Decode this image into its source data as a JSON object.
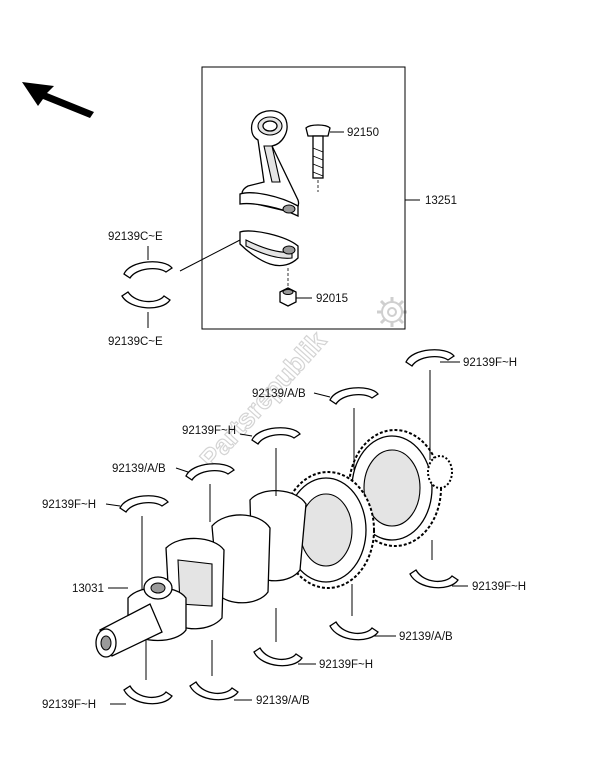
{
  "watermark": "Partsrepublik",
  "callouts": {
    "conrod_bolt": "92150",
    "conrod_assy": "13251",
    "conrod_nut": "92015",
    "conrod_bearing_top": "92139C~E",
    "conrod_bearing_bottom": "92139C~E",
    "main_bearing_right_top": "92139F~H",
    "main_bearing_mid_a": "92139/A/B",
    "main_bearing_mid_b": "92139F~H",
    "main_bearing_mid_c": "92139/A/B",
    "main_bearing_left_top": "92139F~H",
    "crankshaft": "13031",
    "main_bearing_right_low": "92139F~H",
    "main_bearing_low_a": "92139/A/B",
    "main_bearing_low_b": "92139F~H",
    "main_bearing_low_c": "92139/A/B",
    "main_bearing_left_low": "92139F~H"
  },
  "icons": {
    "direction": "front-direction-arrow-icon"
  }
}
